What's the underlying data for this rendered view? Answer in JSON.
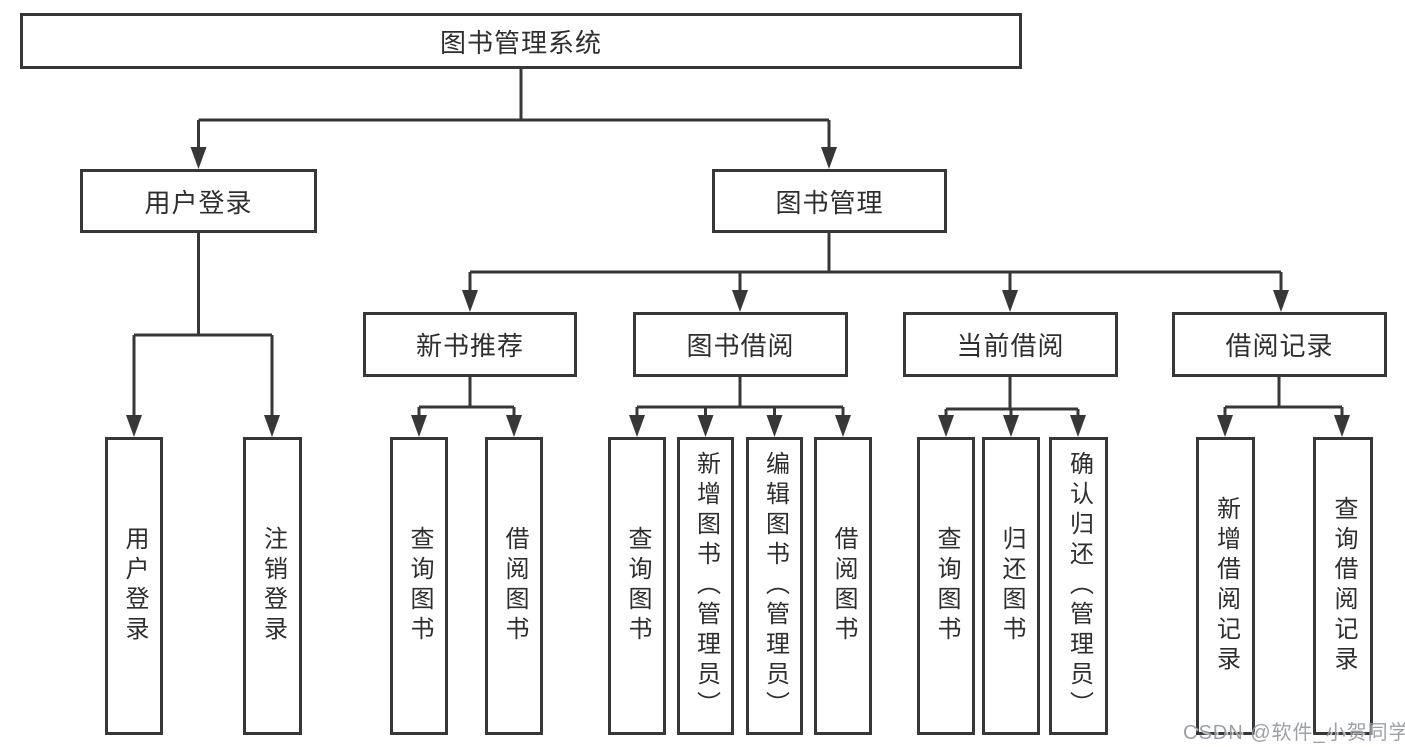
{
  "diagram": {
    "type": "hierarchy-tree",
    "colors": {
      "line": "#373737",
      "text": "#2e2e2e",
      "box_bg": "#ffffff",
      "watermark": "#9499a0"
    },
    "root": {
      "label": "图书管理系统"
    },
    "branches": [
      {
        "label": "用户登录",
        "children": [
          {
            "label": "用户登录"
          },
          {
            "label": "注销登录"
          }
        ]
      },
      {
        "label": "图书管理",
        "children": [
          {
            "label": "新书推荐",
            "children": [
              {
                "label": "查询图书"
              },
              {
                "label": "借阅图书"
              }
            ]
          },
          {
            "label": "图书借阅",
            "children": [
              {
                "label": "查询图书"
              },
              {
                "label": "新增图书（管理员）"
              },
              {
                "label": "编辑图书（管理员）"
              },
              {
                "label": "借阅图书"
              }
            ]
          },
          {
            "label": "当前借阅",
            "children": [
              {
                "label": "查询图书"
              },
              {
                "label": "归还图书"
              },
              {
                "label": "确认归还（管理员）"
              }
            ]
          },
          {
            "label": "借阅记录",
            "children": [
              {
                "label": "新增借阅记录"
              },
              {
                "label": "查询借阅记录"
              }
            ]
          }
        ]
      }
    ],
    "watermark": "CSDN @软件_小贺同学"
  }
}
